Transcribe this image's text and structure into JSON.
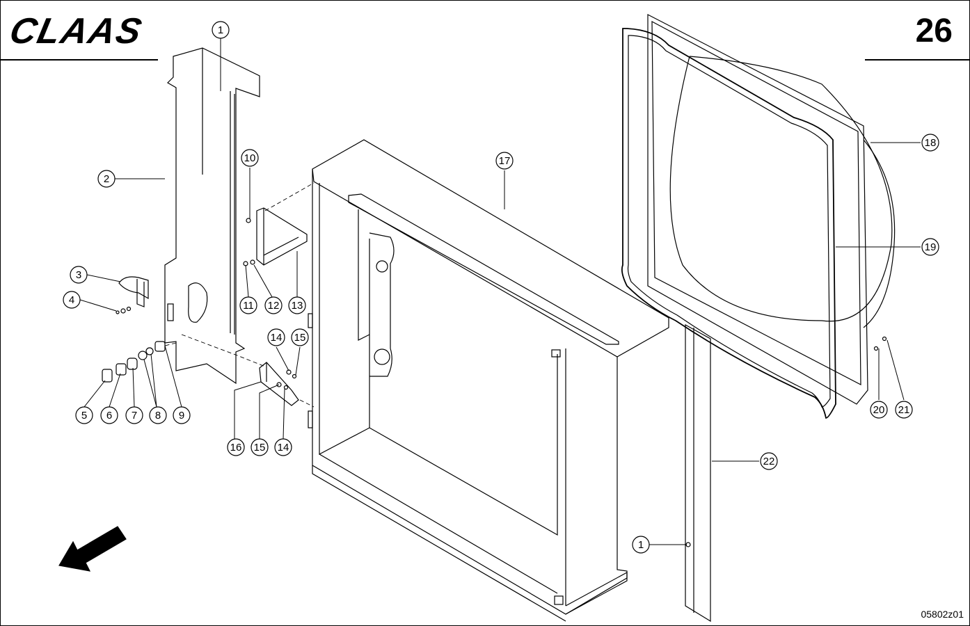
{
  "header": {
    "brand": "CLAAS",
    "page_number": "26"
  },
  "footer": {
    "figure_code": "05802z01"
  },
  "callouts": [
    "1",
    "2",
    "3",
    "4",
    "5",
    "6",
    "7",
    "8",
    "9",
    "10",
    "11",
    "12",
    "13",
    "14",
    "15",
    "16",
    "14",
    "15",
    "17",
    "18",
    "19",
    "20",
    "21",
    "22",
    "1"
  ],
  "icons": {
    "direction_arrow": "arrow-down-left-icon"
  }
}
